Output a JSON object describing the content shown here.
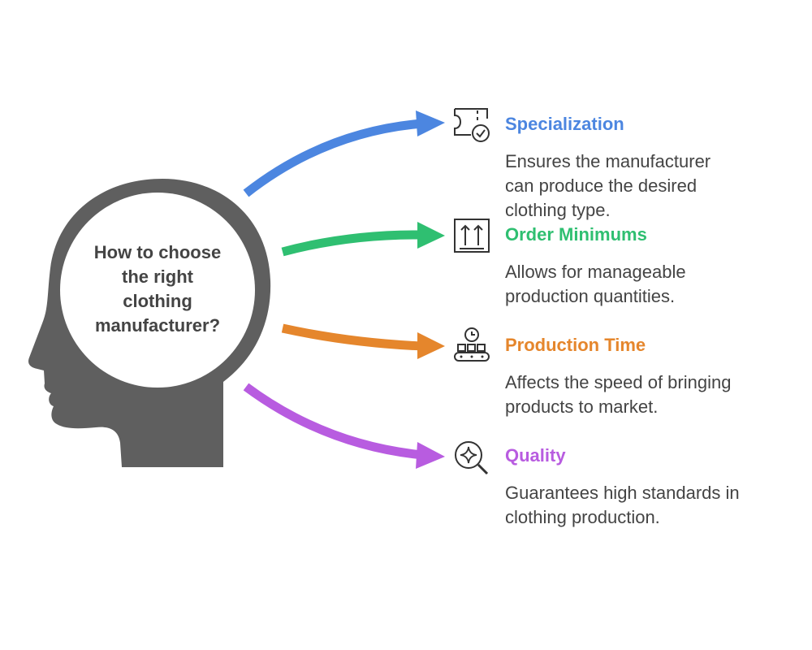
{
  "center": {
    "lines": [
      "How to choose",
      "the right",
      "clothing",
      "manufacturer?"
    ]
  },
  "items": [
    {
      "title": "Specialization",
      "desc": [
        "Ensures the manufacturer",
        "can produce the desired",
        "clothing type."
      ],
      "color": "#4C86E0",
      "icon": "ticket-check-icon"
    },
    {
      "title": "Order Minimums",
      "desc": [
        "Allows for manageable",
        "production quantities."
      ],
      "color": "#2FBF71",
      "icon": "box-arrows-up-icon"
    },
    {
      "title": "Production Time",
      "desc": [
        "Affects the speed of bringing",
        "products to market."
      ],
      "color": "#E5862C",
      "icon": "conveyor-clock-icon"
    },
    {
      "title": "Quality",
      "desc": [
        "Guarantees high standards in",
        "clothing production."
      ],
      "color": "#B85CE0",
      "icon": "magnifier-sparkle-icon"
    }
  ],
  "colors": {
    "head": "#5F5F5F",
    "text": "#444444",
    "icon_stroke": "#333333"
  }
}
